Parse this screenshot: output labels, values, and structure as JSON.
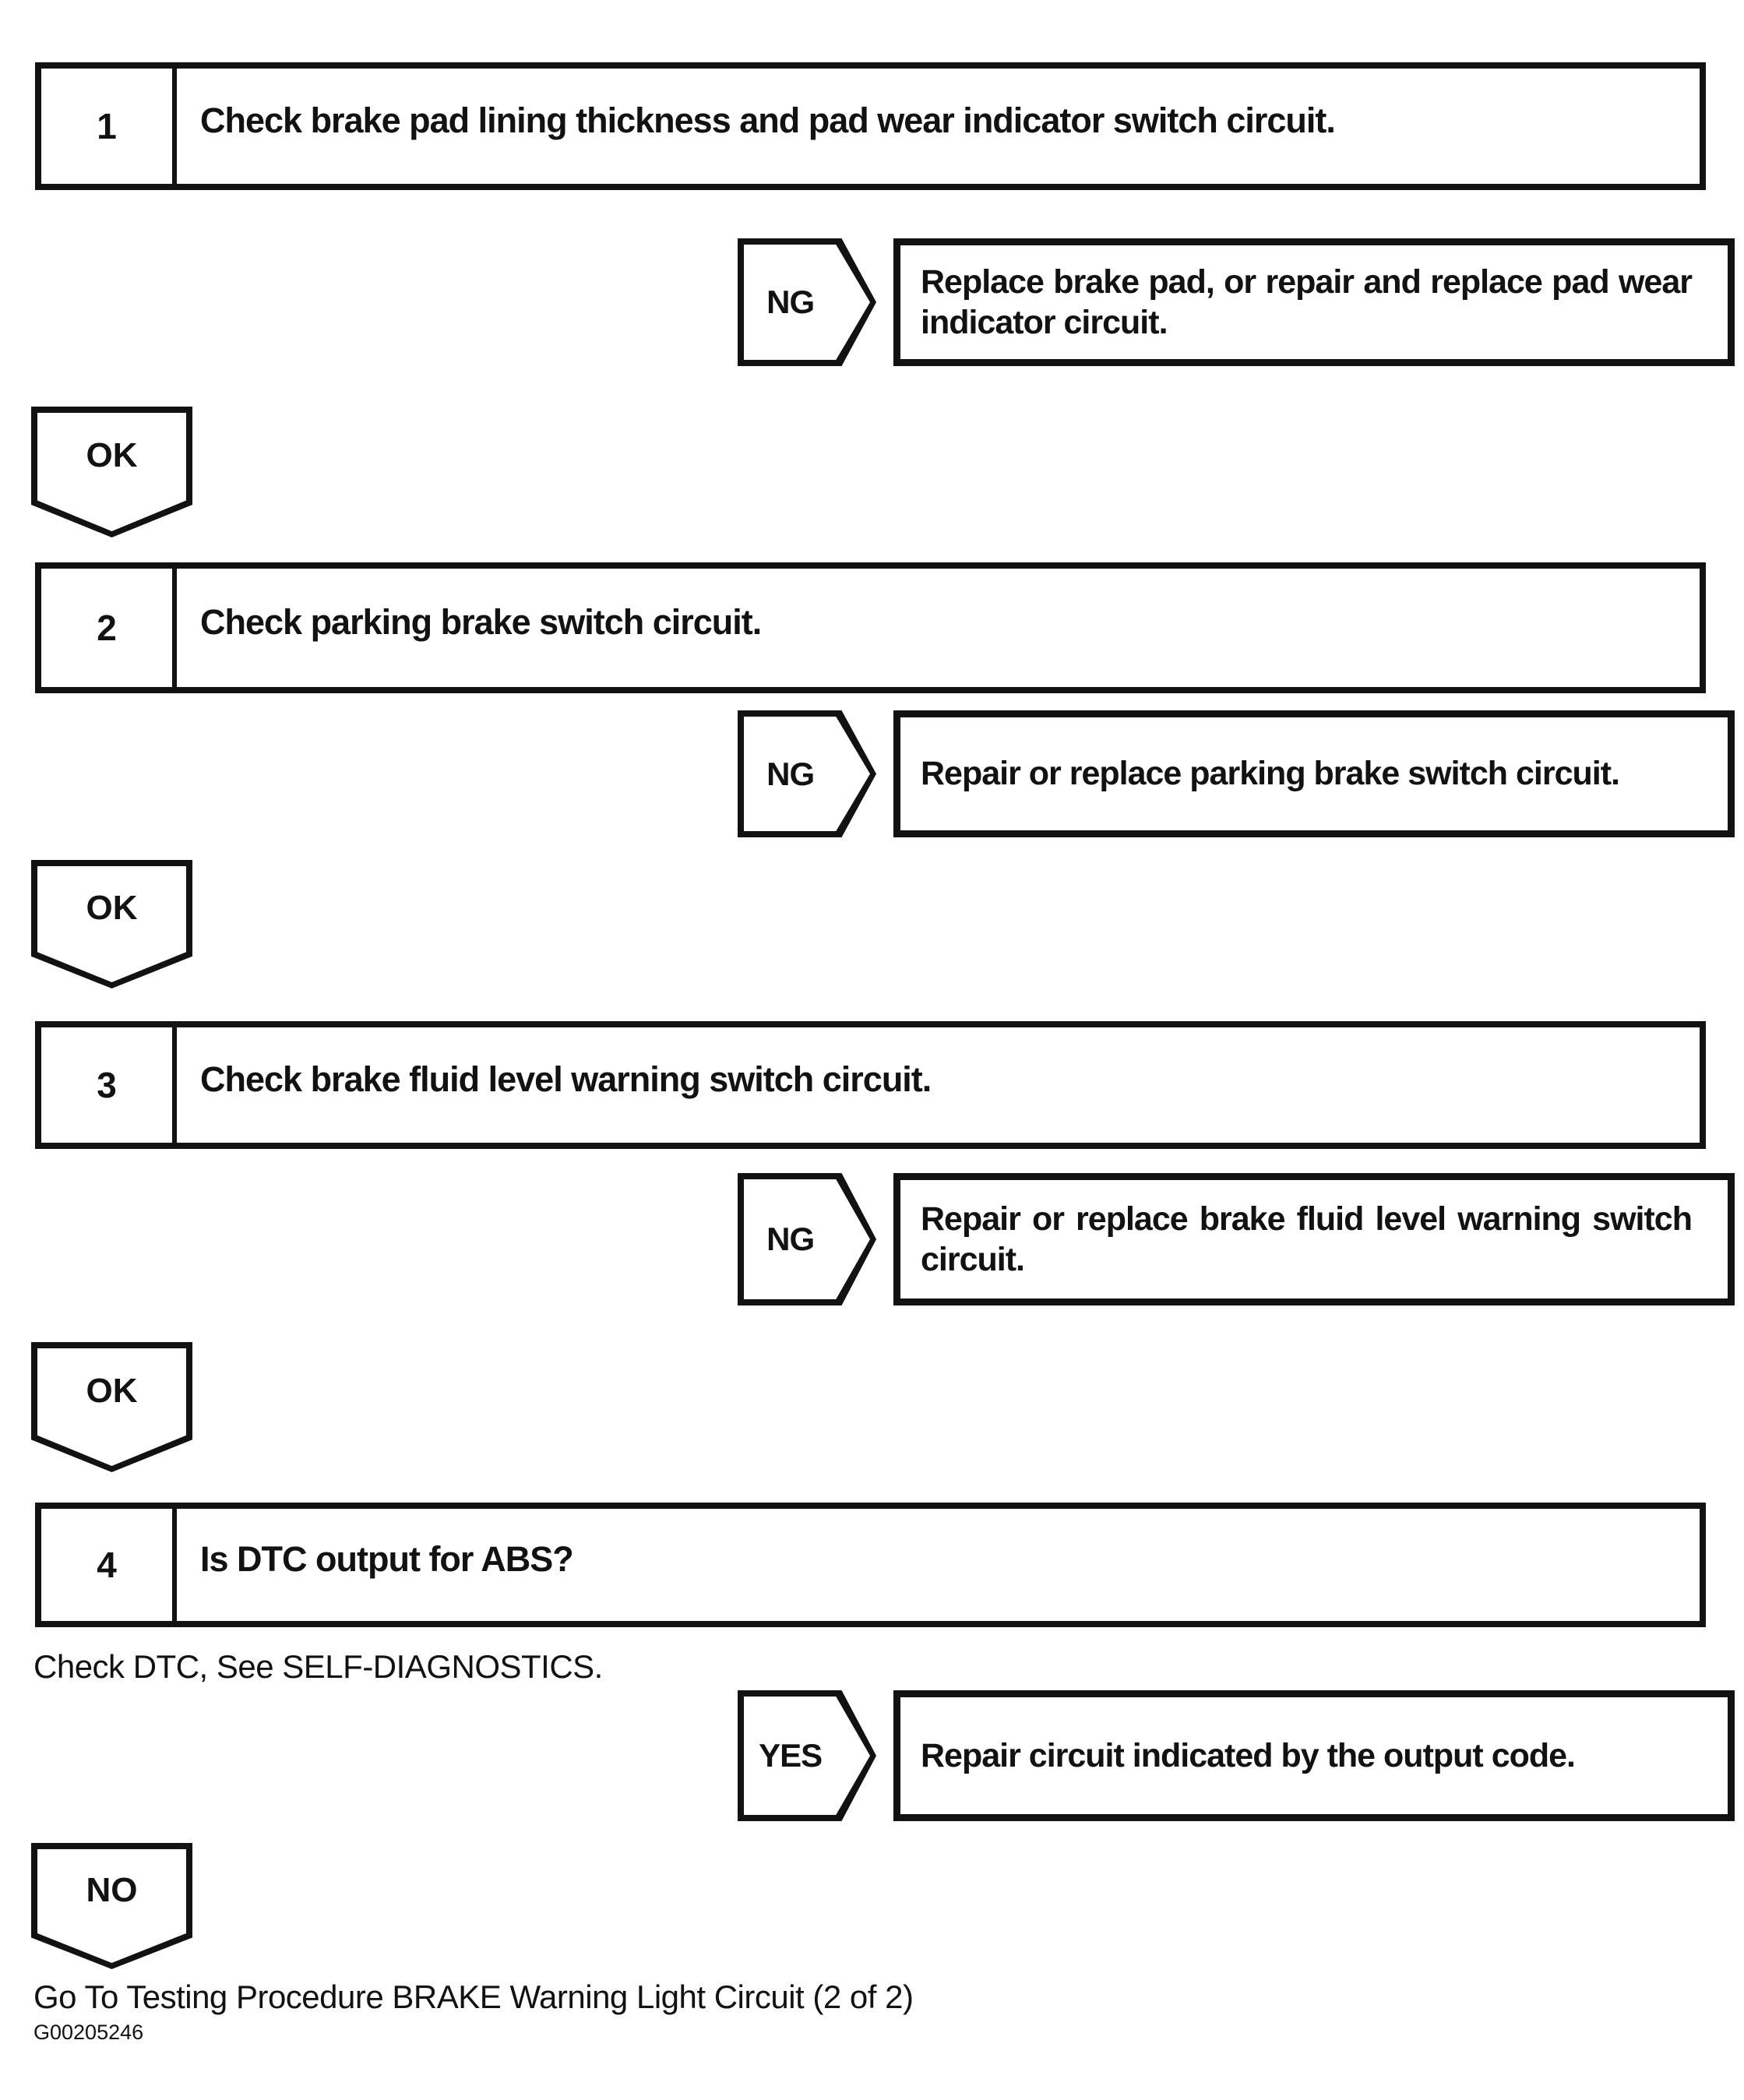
{
  "steps": [
    {
      "number": "1",
      "title": "Check brake pad lining thickness and pad wear indicator switch circuit.",
      "branch_label": "NG",
      "branch_result": "Replace brake pad, or repair and replace pad wear indicator circuit.",
      "pass_label": "OK"
    },
    {
      "number": "2",
      "title": "Check parking brake switch circuit.",
      "branch_label": "NG",
      "branch_result": "Repair or replace parking brake switch circuit.",
      "pass_label": "OK"
    },
    {
      "number": "3",
      "title": "Check brake fluid level warning switch circuit.",
      "branch_label": "NG",
      "branch_result": "Repair or replace brake fluid level warning switch circuit.",
      "pass_label": "OK"
    },
    {
      "number": "4",
      "title": "Is DTC output for ABS?",
      "note": "Check DTC, See SELF-DIAGNOSTICS.",
      "branch_label": "YES",
      "branch_result": "Repair circuit indicated by the output code.",
      "pass_label": "NO"
    }
  ],
  "footer": {
    "go_to": "Go To Testing Procedure BRAKE Warning Light Circuit (2 of 2)",
    "figure_id": "G00205246"
  }
}
